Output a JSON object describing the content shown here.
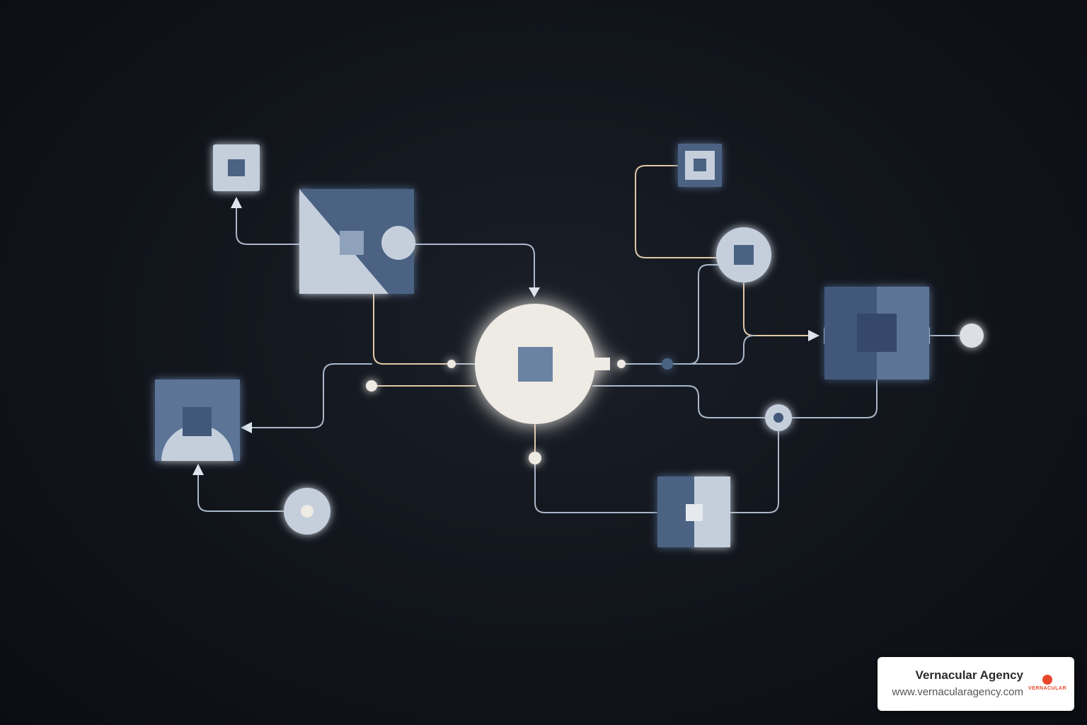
{
  "colors": {
    "background": "#10141b",
    "node_light": "#c5cfdc",
    "node_mid": "#6a83a3",
    "node_dark": "#43597a",
    "hub": "#eeeae4",
    "line": "#aab8c9",
    "line_warm": "#e0c8a8",
    "brand_red": "#e8462a"
  },
  "badge": {
    "name": "Vernacular Agency",
    "url": "www.vernacularagency.com",
    "logo_text": "VERNACULAR"
  }
}
